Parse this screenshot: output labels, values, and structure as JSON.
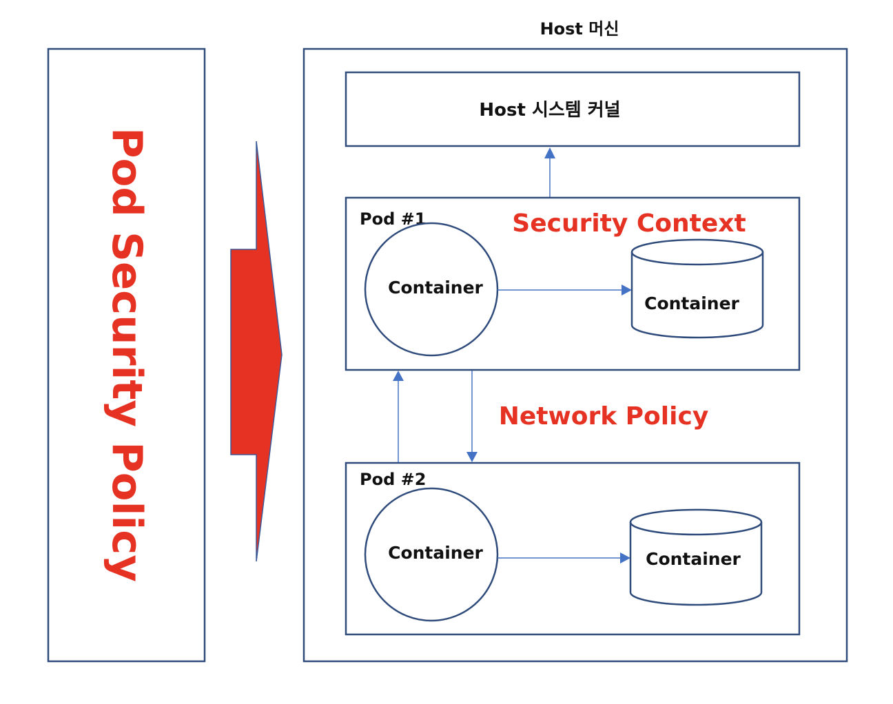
{
  "diagram": {
    "policy_panel": {
      "label": "Pod Security Policy"
    },
    "host": {
      "title": "Host 머신",
      "kernel": {
        "label": "Host 시스템 커널"
      }
    },
    "pods": [
      {
        "label": "Pod #1",
        "circle_container": "Container",
        "cylinder_container": "Container"
      },
      {
        "label": "Pod #2",
        "circle_container": "Container",
        "cylinder_container": "Container"
      }
    ],
    "annotations": {
      "security_context": "Security Context",
      "network_policy": "Network Policy"
    },
    "colors": {
      "accent_red": "#e63222",
      "outline": "#2f4b7c",
      "connector": "#4472c4"
    }
  }
}
